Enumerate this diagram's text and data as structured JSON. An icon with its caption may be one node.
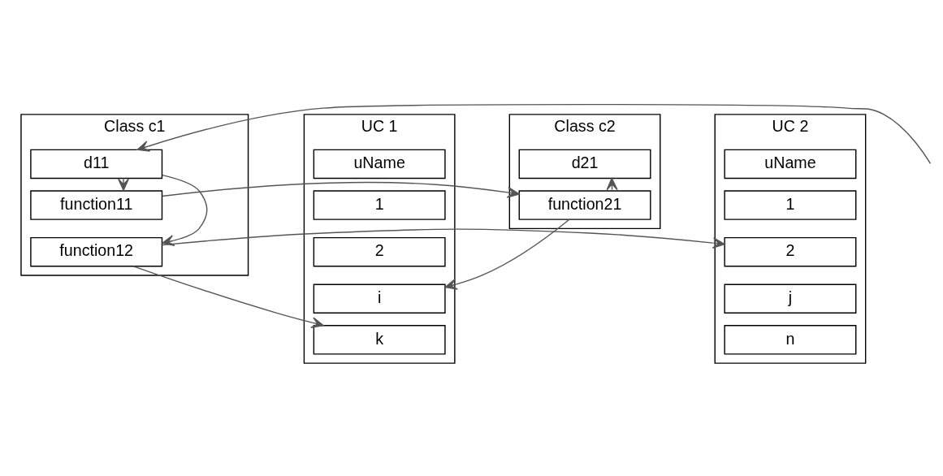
{
  "diagram": {
    "nodes": [
      {
        "text": [
          "Class c1"
        ]
      },
      {
        "text": [
          "d11"
        ],
        "in": 0
      },
      {
        "text": [
          "function11"
        ],
        "in": 0
      },
      {
        "text": [
          "function12"
        ],
        "in": 0
      },
      {
        "text": [
          "Class c2"
        ]
      },
      {
        "text": [
          "d21"
        ],
        "in": 4
      },
      {
        "text": [
          "function21"
        ],
        "in": 4
      },
      {
        "text": [
          "UC 1"
        ]
      },
      {
        "text": [
          "uName"
        ],
        "in": 7
      },
      {
        "text": [
          "1"
        ],
        "in": 7
      },
      {
        "text": [
          "2"
        ],
        "in": 7
      },
      {
        "text": [
          "i"
        ],
        "in": 7
      },
      {
        "text": [
          "k"
        ],
        "in": 7
      },
      {
        "text": [
          "UC 2"
        ]
      },
      {
        "text": [
          "uName"
        ],
        "in": 13
      },
      {
        "text": [
          "1"
        ],
        "in": 13
      },
      {
        "text": [
          "2"
        ],
        "in": 13
      },
      {
        "text": [
          "j"
        ],
        "in": 13
      },
      {
        "text": [
          "n"
        ],
        "in": 13
      }
    ],
    "edges": [
      {
        "from": null,
        "to": 1,
        "arrow": "to"
      },
      {
        "from": 1,
        "to": 2,
        "arrow": "to"
      },
      {
        "from": 1,
        "to": 3,
        "arrow": "to"
      },
      {
        "from": 2,
        "to": 6,
        "arrow": "to"
      },
      {
        "from": 6,
        "to": 5,
        "arrow": "to"
      },
      {
        "from": 6,
        "to": 11,
        "arrow": "to"
      },
      {
        "from": 3,
        "to": 12,
        "arrow": "to"
      },
      {
        "from": 3,
        "to": 16,
        "arrow": "to"
      }
    ]
  }
}
